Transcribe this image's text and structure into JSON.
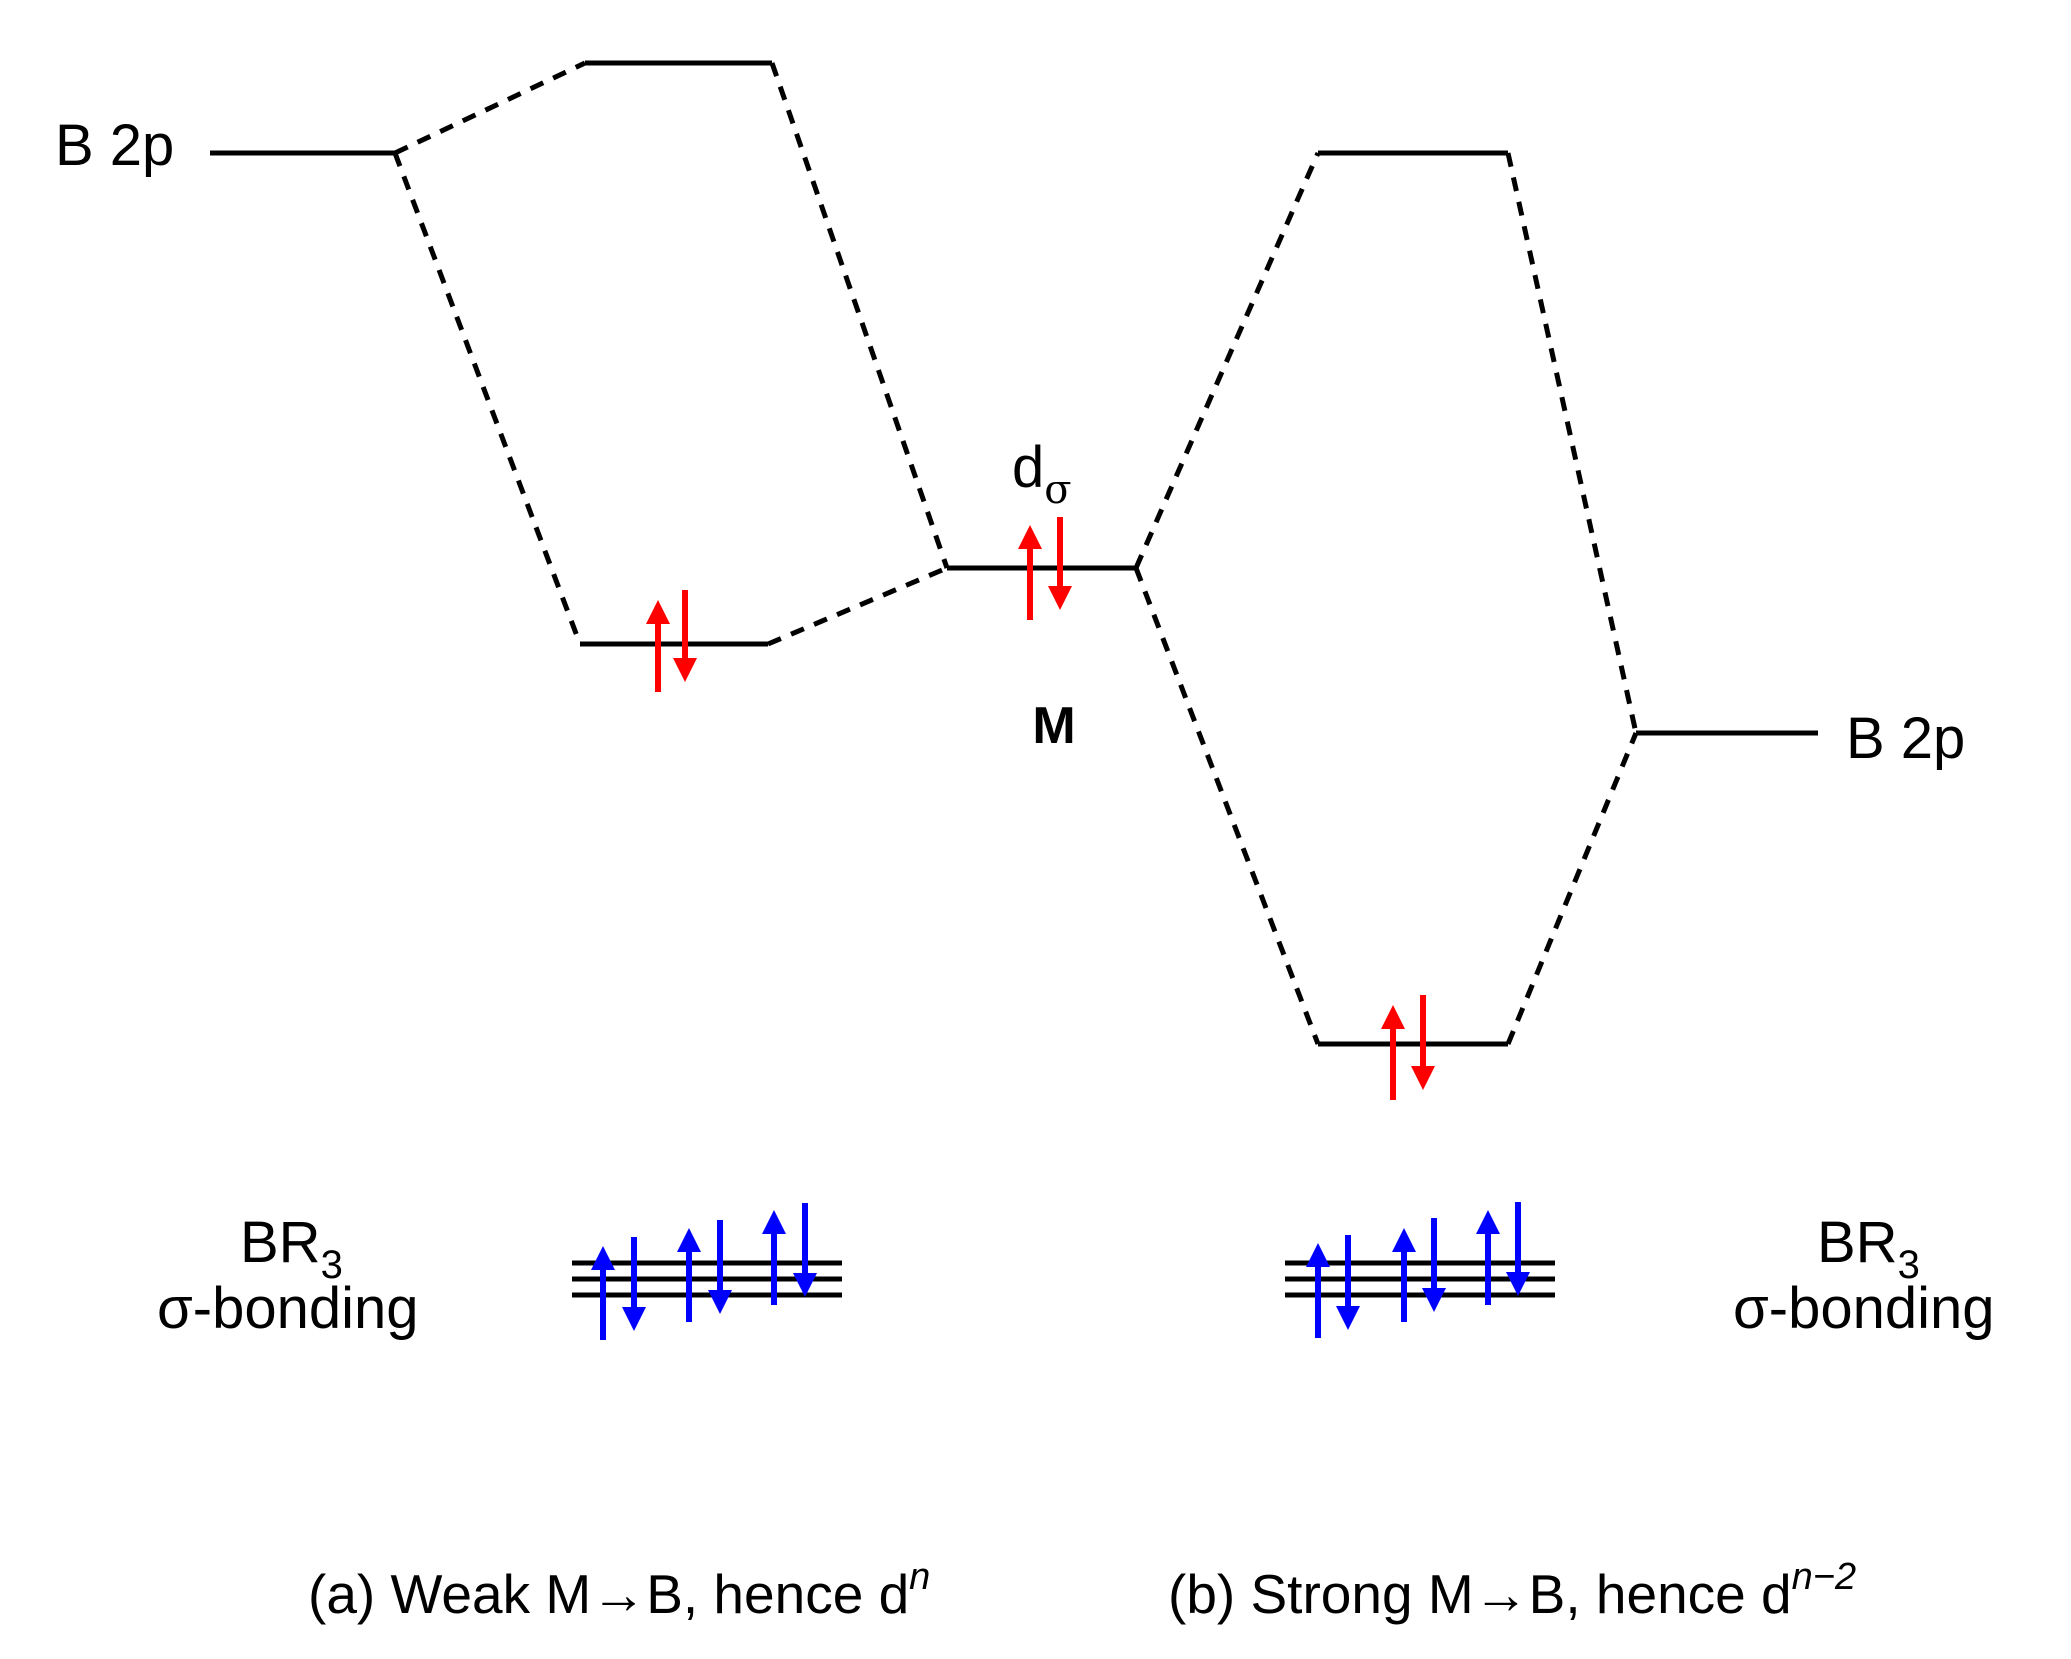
{
  "labels": {
    "b2p": "B 2p",
    "d": "d",
    "sigma": "σ",
    "metal": "M",
    "br": "BR",
    "three": "3",
    "sigma_bonding": "σ-bonding"
  },
  "captions": {
    "a_main": "(a) Weak M→B, hence d",
    "a_sup": "n",
    "b_main": "(b) Strong M→B, hence d",
    "b_sup": "n−2"
  },
  "colors": {
    "lines": "#000000",
    "metal_electrons": "#ff0000",
    "ligand_electrons": "#0000ff"
  }
}
